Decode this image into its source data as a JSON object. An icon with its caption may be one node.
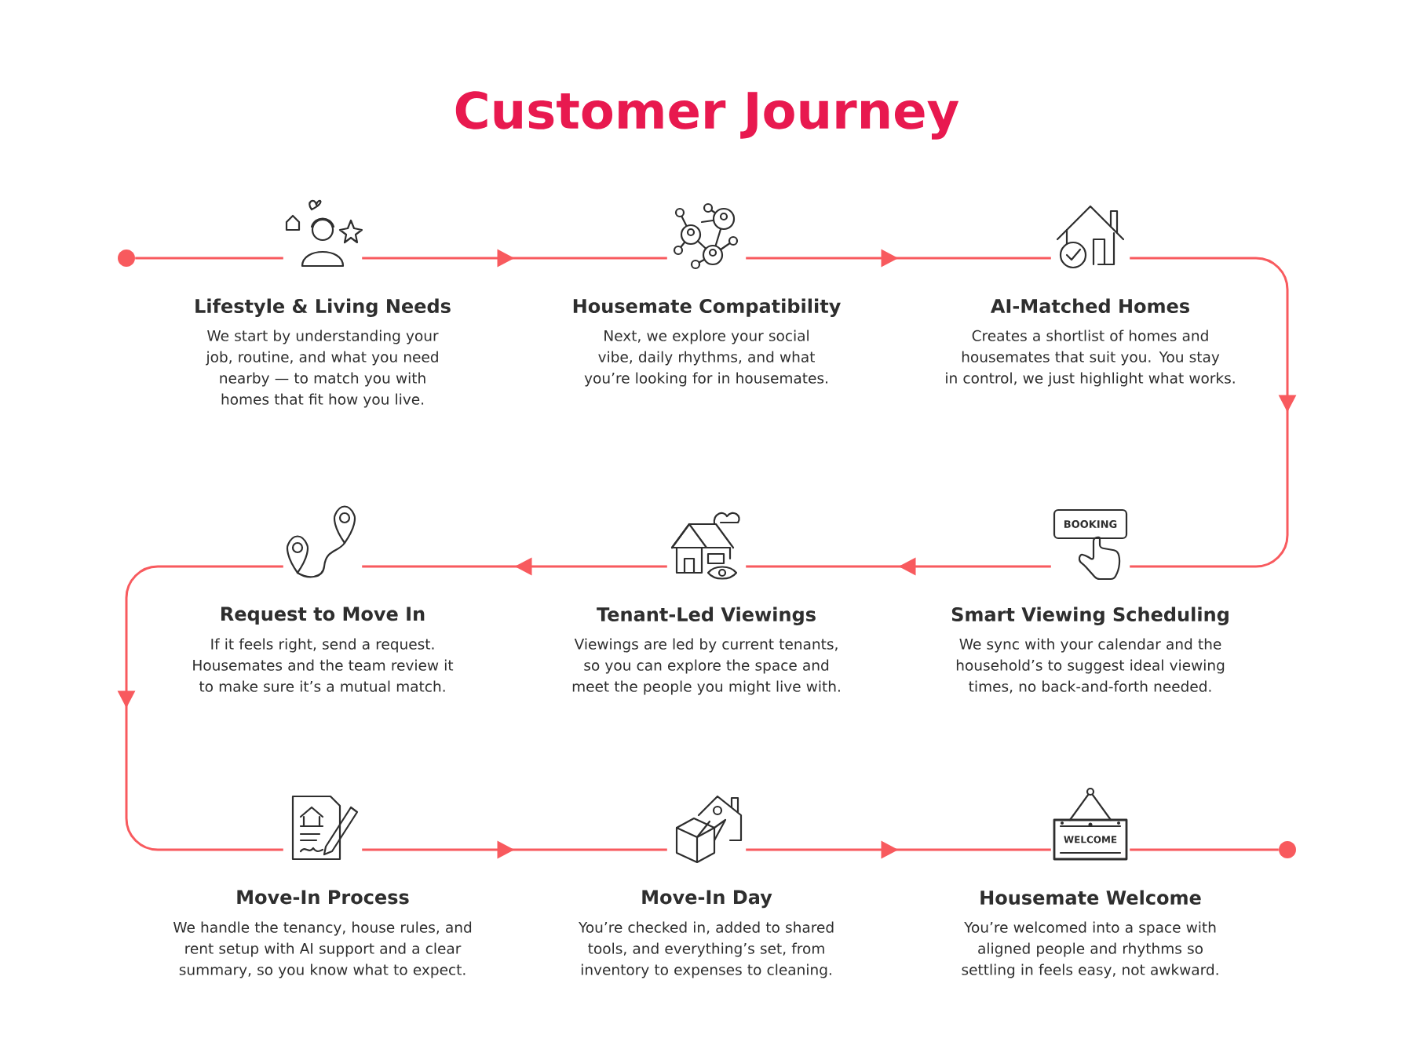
{
  "diagram": {
    "title": "Customer Journey",
    "nodes": [
      {
        "text": [],
        "shape": "circle"
      },
      {
        "text": [],
        "shape": "picture",
        "beside": [
          "Lifestyle & Living Needs",
          "We start by understanding your job, routine, and what you need nearby — to match you with homes that fit how you live."
        ]
      },
      {
        "text": [],
        "shape": "picture",
        "beside": [
          "Housemate Compatibility",
          "Next, we explore your social vibe, daily rhythms, and what you’re looking for in housemates."
        ]
      },
      {
        "text": [],
        "shape": "picture",
        "beside": [
          "AI-Matched Homes",
          "Creates a shortlist of homes and housemates that suit you. You stay in control, we just highlight what works."
        ]
      },
      {
        "text": [],
        "shape": "picture",
        "beside": [
          "Request to Move In",
          "If it feels right, send a request. Housemates and the team review it to make sure it’s a mutual match."
        ]
      },
      {
        "text": [],
        "shape": "picture",
        "beside": [
          "Tenant-Led Viewings",
          "Viewings are led by current tenants, so you can explore the space and meet the people you might live with."
        ]
      },
      {
        "text": [],
        "shape": "picture",
        "beside": [
          "Smart Viewing Scheduling",
          "We sync with your calendar and the household’s to suggest ideal viewing times, no back-and-forth needed."
        ]
      },
      {
        "text": [],
        "shape": "picture",
        "beside": [
          "Move-In Process",
          "We handle the tenancy, house rules, and rent setup with AI support and a clear summary, so you know what to expect."
        ]
      },
      {
        "text": [],
        "shape": "picture",
        "beside": [
          "Move-In Day",
          "You’re checked in, added to shared tools, and everything’s set, from inventory to expenses to cleaning."
        ]
      },
      {
        "text": [],
        "shape": "picture",
        "beside": [
          "Housemate Welcome",
          "You’re welcomed into a space with aligned people and rhythms so settling in feels easy, not awkward."
        ]
      },
      {
        "text": [],
        "shape": "circle"
      }
    ],
    "edges": [
      {
        "from": 0,
        "to": 1,
        "arrow": "none"
      },
      {
        "from": 1,
        "to": 2,
        "arrow": "to"
      },
      {
        "from": 2,
        "to": 3,
        "arrow": "to"
      },
      {
        "from": 3,
        "to": 6,
        "arrow": "to"
      },
      {
        "from": 6,
        "to": 5,
        "arrow": "to"
      },
      {
        "from": 5,
        "to": 4,
        "arrow": "to"
      },
      {
        "from": 4,
        "to": 7,
        "arrow": "to"
      },
      {
        "from": 7,
        "to": 8,
        "arrow": "to"
      },
      {
        "from": 8,
        "to": 9,
        "arrow": "to"
      },
      {
        "from": 9,
        "to": 10,
        "arrow": "none"
      }
    ],
    "labels": [
      "BOOKING",
      "WELCOME"
    ]
  }
}
